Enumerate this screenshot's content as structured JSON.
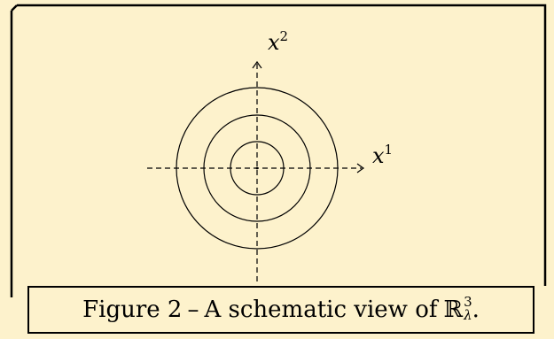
{
  "diagram": {
    "axis_x_label": "x",
    "axis_x_sup": "1",
    "axis_y_label": "x",
    "axis_y_sup": "2",
    "circle_count": 3
  },
  "caption": {
    "prefix": "Figure 2",
    "separator": "–",
    "text": "A schematic view of",
    "symbol": "ℝ",
    "symbol_sup": "3",
    "symbol_sub": "λ",
    "end": "."
  },
  "colors": {
    "background": "#fdf2cc",
    "stroke": "#000000"
  }
}
